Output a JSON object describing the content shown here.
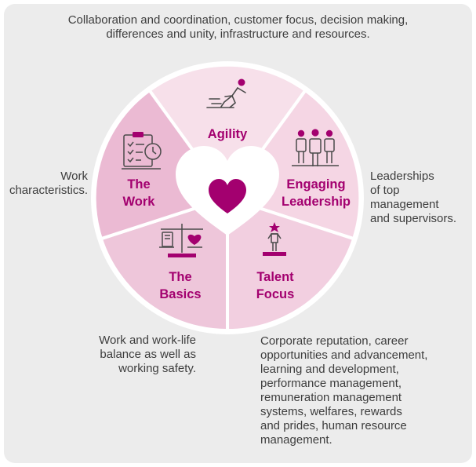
{
  "colors": {
    "panel": "#ececec",
    "segment_light": "#f7e0ea",
    "segment_mid": "#f2cfe0",
    "segment_dark": "#ebbad3",
    "accent": "#a3006f",
    "icon_stroke": "#4a4a4a"
  },
  "notes": {
    "top": [
      "Collaboration and coordination, customer focus, decision making,",
      "differences and unity, infrastructure and resources."
    ],
    "work": [
      "Work",
      "characteristics."
    ],
    "leadership": [
      "Leaderships",
      "of top",
      "management",
      "and supervisors."
    ],
    "basics": [
      "Work and work-life",
      "balance as well as",
      "working safety."
    ],
    "talent": [
      "Corporate reputation, career",
      "opportunities and advancement,",
      "learning and development,",
      "performance management,",
      "remuneration management",
      "systems, welfares, rewards",
      "and prides, human resource",
      "management."
    ]
  },
  "segments": {
    "agility": {
      "label": [
        "Agility"
      ],
      "icon": "running-person-icon"
    },
    "leadership": {
      "label": [
        "Engaging",
        "Leadership"
      ],
      "icon": "team-people-icon"
    },
    "talent": {
      "label": [
        "Talent",
        "Focus"
      ],
      "icon": "star-achiever-icon"
    },
    "basics": {
      "label": [
        "The",
        "Basics"
      ],
      "icon": "balance-scale-icon"
    },
    "work": {
      "label": [
        "The",
        "Work"
      ],
      "icon": "clipboard-clock-icon"
    }
  },
  "center": {
    "icon": "heart-icon"
  }
}
